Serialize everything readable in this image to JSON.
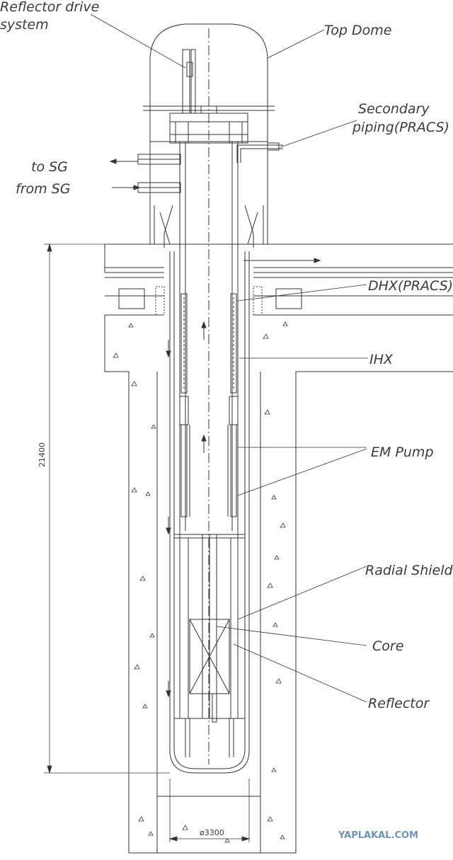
{
  "diagram": {
    "labels": {
      "reflector_drive": [
        "Reflector drive",
        "system"
      ],
      "top_dome": "Top Dome",
      "secondary_piping": [
        "Secondary",
        "piping(PRACS)"
      ],
      "to_sg": "to SG",
      "from_sg": "from SG",
      "dhx": "DHX(PRACS)",
      "ihx": "IHX",
      "em_pump": "EM Pump",
      "radial_shield": "Radial Shield",
      "core": "Core",
      "reflector": "Reflector"
    },
    "dimensions": {
      "height": "21400",
      "diameter": "ø3300"
    },
    "watermark": "YAPLAKAL.COM",
    "colors": {
      "line": "#333333",
      "label": "#3a3a3a",
      "watermark": "#6f93b8"
    }
  }
}
